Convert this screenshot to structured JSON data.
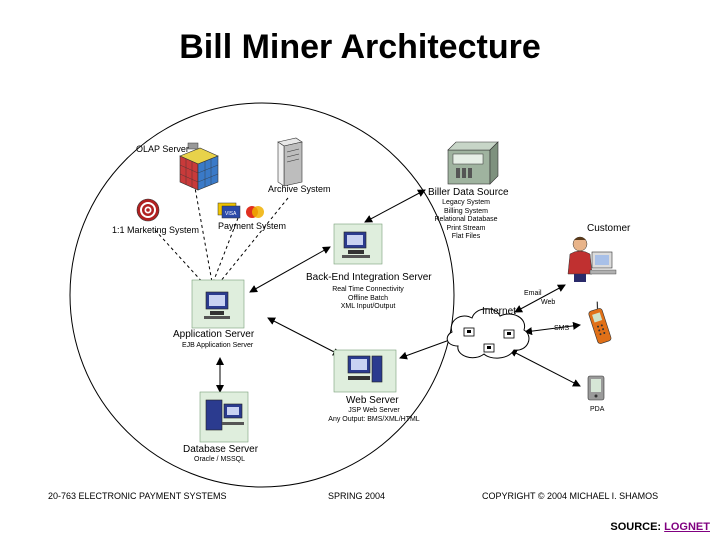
{
  "title": "Bill Miner Architecture",
  "nodes": {
    "olap": "OLAP Server",
    "archive": "Archive System",
    "marketing": "1:1 Marketing System",
    "payment": "Payment System",
    "biller": {
      "label": "Biller Data Source",
      "lines": [
        "Legacy System",
        "Billing System",
        "Relational Database",
        "Print Stream",
        "Flat Files"
      ]
    },
    "customer": "Customer",
    "backend": {
      "label": "Back-End Integration Server",
      "lines": [
        "Real Time Connectivity",
        "Offline Batch",
        "XML Input/Output"
      ]
    },
    "internet": "Internet",
    "appserver": {
      "label": "Application Server",
      "sub": "EJB Application Server"
    },
    "webserver": {
      "label": "Web Server",
      "lines": [
        "JSP Web Server",
        "Any Output: BMS/XML/HTML"
      ]
    },
    "dbserver": {
      "label": "Database Server",
      "sub": "Oracle / MSSQL"
    },
    "pda": "PDA",
    "channels": {
      "email": "Email",
      "web": "Web",
      "sms": "SMS"
    }
  },
  "footer": {
    "left": "20-763 ELECTRONIC PAYMENT SYSTEMS",
    "center": "SPRING 2004",
    "right": "COPYRIGHT © 2004 MICHAEL I. SHAMOS"
  },
  "source": {
    "label": "SOURCE:",
    "link": "LOGNET"
  }
}
